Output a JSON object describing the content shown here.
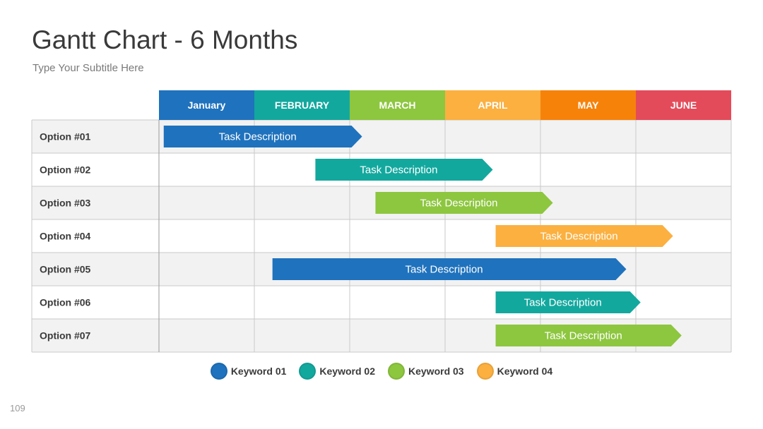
{
  "slide": {
    "title": "Gantt Chart - 6 Months",
    "subtitle": "Type Your Subtitle Here",
    "page_number": "109"
  },
  "chart_data": {
    "type": "gantt",
    "title": "Gantt Chart - 6 Months",
    "months": [
      {
        "label": "January",
        "color": "#1f72bd"
      },
      {
        "label": "FEBRUARY",
        "color": "#13a89e"
      },
      {
        "label": "MARCH",
        "color": "#8dc63f"
      },
      {
        "label": "APRIL",
        "color": "#fbb040"
      },
      {
        "label": "MAY",
        "color": "#f7820a"
      },
      {
        "label": "JUNE",
        "color": "#e44b5a"
      }
    ],
    "tasks": [
      {
        "label": "Option #01",
        "bar_text": "Task Description",
        "start_month": 0.05,
        "end_month": 2.13,
        "color": "#1f72bd"
      },
      {
        "label": "Option #02",
        "bar_text": "Task Description",
        "start_month": 1.64,
        "end_month": 3.5,
        "color": "#13a89e"
      },
      {
        "label": "Option #03",
        "bar_text": "Task Description",
        "start_month": 2.27,
        "end_month": 4.13,
        "color": "#8dc63f"
      },
      {
        "label": "Option #04",
        "bar_text": "Task Description",
        "start_month": 3.53,
        "end_month": 5.39,
        "color": "#fbb040"
      },
      {
        "label": "Option #05",
        "bar_text": "Task Description",
        "start_month": 1.19,
        "end_month": 4.9,
        "color": "#1f72bd"
      },
      {
        "label": "Option #06",
        "bar_text": "Task Description",
        "start_month": 3.53,
        "end_month": 5.05,
        "color": "#13a89e"
      },
      {
        "label": "Option #07",
        "bar_text": "Task Description",
        "start_month": 3.53,
        "end_month": 5.48,
        "color": "#8dc63f"
      }
    ],
    "legend": [
      {
        "label": "Keyword 01",
        "color": "#1f72bd"
      },
      {
        "label": "Keyword 02",
        "color": "#13a89e"
      },
      {
        "label": "Keyword 03",
        "color": "#8dc63f"
      },
      {
        "label": "Keyword 04",
        "color": "#fbb040"
      }
    ],
    "grid": true,
    "legend_position": "bottom-center"
  }
}
